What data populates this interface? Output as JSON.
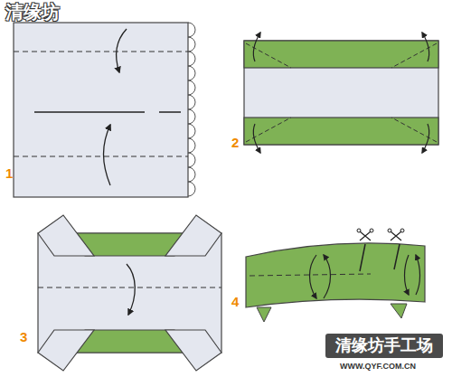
{
  "diagram": {
    "labels": [
      "清缘坊",
      "1",
      "2",
      "3",
      "4",
      "清缘坊手工场",
      "WWW.QYF.COM.CN"
    ]
  }
}
